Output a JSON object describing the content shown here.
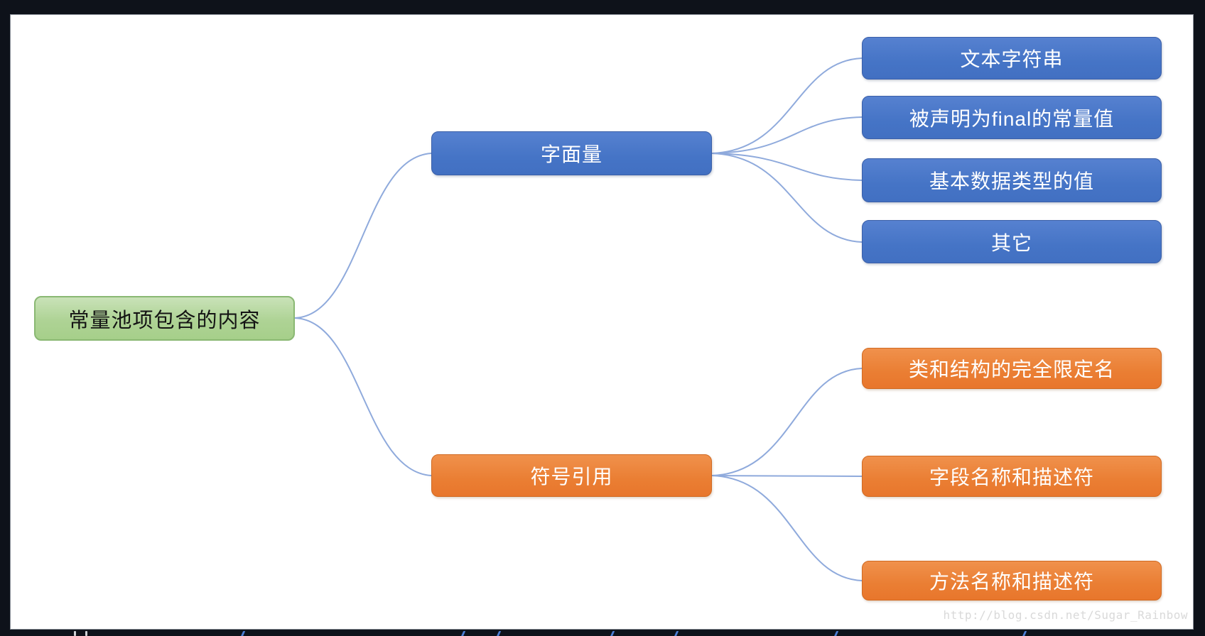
{
  "diagram": {
    "type": "mind-map-tree",
    "root": {
      "label": "常量池项包含的内容",
      "fill_color": "#A9D18E",
      "border_color": "#8AB873",
      "text_color": "#141414"
    },
    "branches": [
      {
        "label": "字面量",
        "fill_color": "#4472C4",
        "text_color": "#FFFFFF",
        "children": [
          "文本字符串",
          "被声明为final的常量值",
          "基本数据类型的值",
          "其它"
        ]
      },
      {
        "label": "符号引用",
        "fill_color": "#ED7D31",
        "text_color": "#FFFFFF",
        "children": [
          "类和结构的完全限定名",
          "字段名称和描述符",
          "方法名称和描述符"
        ]
      }
    ],
    "connector_color": "#8FAADC",
    "canvas_background": "#FFFFFF",
    "frame_background": "#0E121A"
  },
  "watermark": {
    "text": "http://blog.csdn.net/Sugar_Rainbow",
    "color": "#D9D9D9"
  }
}
